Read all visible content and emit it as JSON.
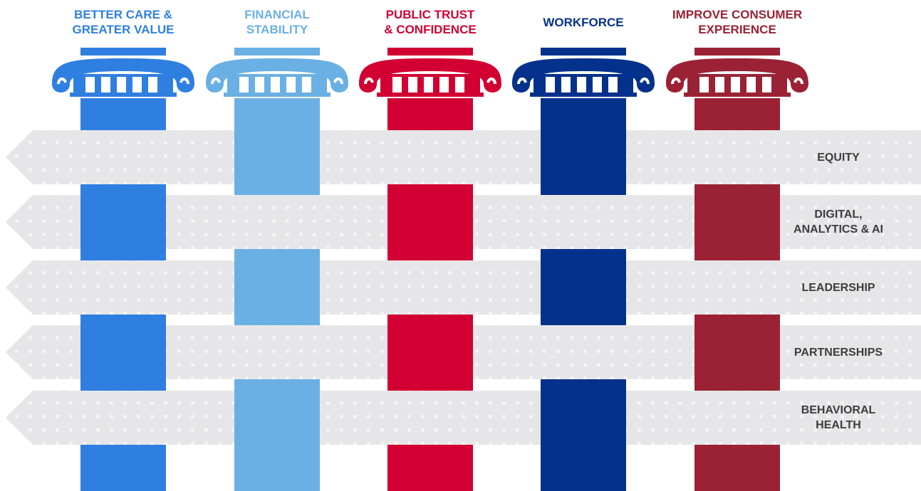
{
  "pillars": [
    {
      "title": "BETTER CARE &\nGREATER VALUE",
      "color": "#2f7fe1",
      "icon": "column-capital-icon"
    },
    {
      "title": "FINANCIAL\nSTABILITY",
      "color": "#6ab0e4",
      "icon": "column-capital-icon"
    },
    {
      "title": "PUBLIC TRUST\n& CONFIDENCE",
      "color": "#d20032",
      "icon": "column-capital-icon"
    },
    {
      "title": "WORKFORCE",
      "color": "#04318b",
      "icon": "column-capital-icon"
    },
    {
      "title": "IMPROVE CONSUMER\nEXPERIENCE",
      "color": "#9b2235",
      "icon": "column-capital-icon"
    }
  ],
  "bands": [
    {
      "label": "EQUITY"
    },
    {
      "label": "DIGITAL,\nANALYTICS & AI"
    },
    {
      "label": "LEADERSHIP"
    },
    {
      "label": "PARTNERSHIPS"
    },
    {
      "label": "BEHAVIORAL\nHEALTH"
    }
  ],
  "band_color": "#e6e6e8",
  "label_color": "#3d3d3d"
}
